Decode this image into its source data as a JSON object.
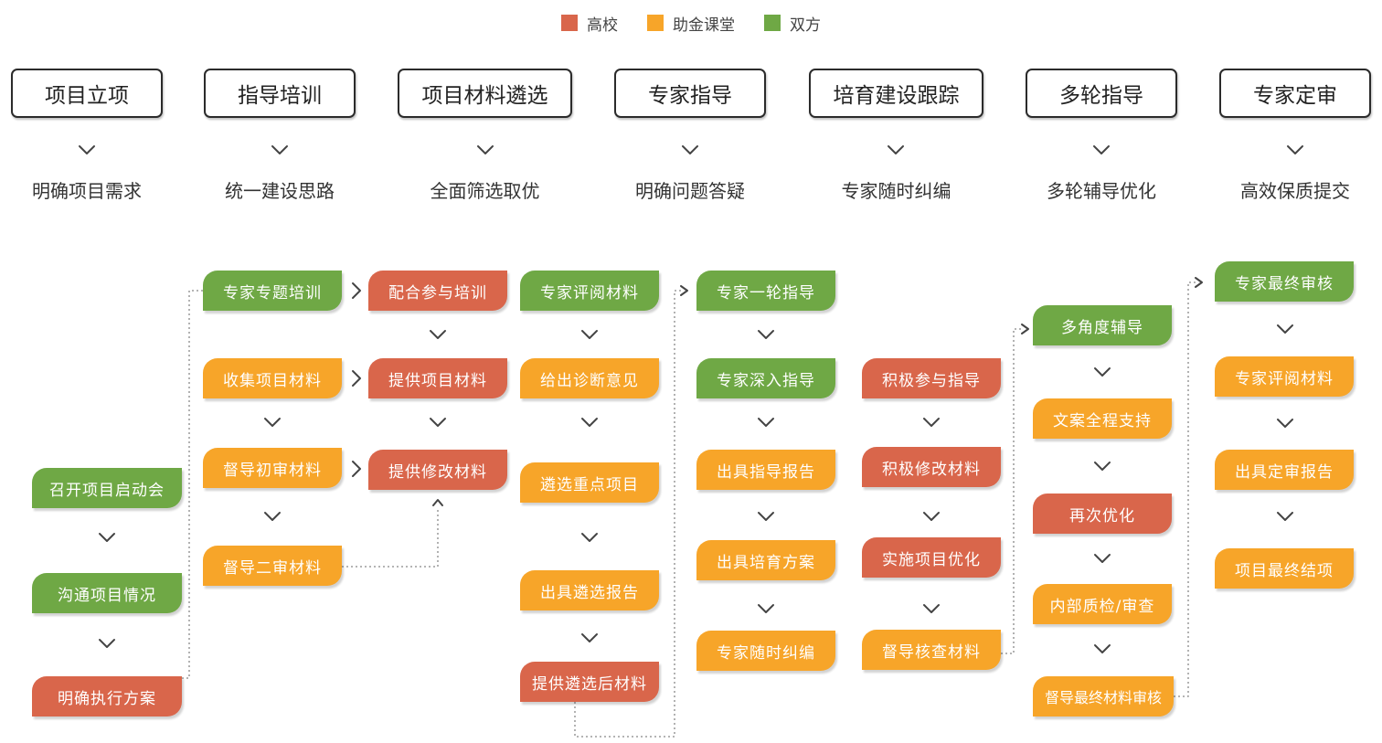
{
  "colors": {
    "school": "#d9664b",
    "zhujin": "#f7a529",
    "both": "#6fa845"
  },
  "legend": [
    {
      "label": "高校",
      "color": "#d9664b"
    },
    {
      "label": "助金课堂",
      "color": "#f7a529"
    },
    {
      "label": "双方",
      "color": "#6fa845"
    }
  ],
  "stages": [
    {
      "title": "项目立项",
      "subtitle": "明确项目需求"
    },
    {
      "title": "指导培训",
      "subtitle": "统一建设思路"
    },
    {
      "title": "项目材料遴选",
      "subtitle": "全面筛选取优"
    },
    {
      "title": "专家指导",
      "subtitle": "明确问题答疑"
    },
    {
      "title": "培育建设跟踪",
      "subtitle": "专家随时纠编"
    },
    {
      "title": "多轮指导",
      "subtitle": "多轮辅导优化"
    },
    {
      "title": "专家定审",
      "subtitle": "高效保质提交"
    }
  ],
  "steps": {
    "c0": [
      {
        "label": "召开项目启动会",
        "party": "both"
      },
      {
        "label": "沟通项目情况",
        "party": "both"
      },
      {
        "label": "明确执行方案",
        "party": "school"
      }
    ],
    "c1": [
      {
        "label": "专家专题培训",
        "party": "both"
      },
      {
        "label": "收集项目材料",
        "party": "zhujin"
      },
      {
        "label": "督导初审材料",
        "party": "zhujin"
      },
      {
        "label": "督导二审材料",
        "party": "zhujin"
      }
    ],
    "c2": [
      {
        "label": "配合参与培训",
        "party": "school"
      },
      {
        "label": "提供项目材料",
        "party": "school"
      },
      {
        "label": "提供修改材料",
        "party": "school"
      }
    ],
    "c3": [
      {
        "label": "专家评阅材料",
        "party": "both"
      },
      {
        "label": "给出诊断意见",
        "party": "zhujin"
      },
      {
        "label": "遴选重点项目",
        "party": "zhujin"
      },
      {
        "label": "出具遴选报告",
        "party": "zhujin"
      },
      {
        "label": "提供遴选后材料",
        "party": "school"
      }
    ],
    "c4": [
      {
        "label": "专家一轮指导",
        "party": "both"
      },
      {
        "label": "专家深入指导",
        "party": "both"
      },
      {
        "label": "出具指导报告",
        "party": "zhujin"
      },
      {
        "label": "出具培育方案",
        "party": "zhujin"
      },
      {
        "label": "专家随时纠编",
        "party": "zhujin"
      }
    ],
    "c5": [
      {
        "label": "积极参与指导",
        "party": "school"
      },
      {
        "label": "积极修改材料",
        "party": "school"
      },
      {
        "label": "实施项目优化",
        "party": "school"
      },
      {
        "label": "督导核查材料",
        "party": "zhujin"
      }
    ],
    "c6": [
      {
        "label": "多角度辅导",
        "party": "both"
      },
      {
        "label": "文案全程支持",
        "party": "zhujin"
      },
      {
        "label": "再次优化",
        "party": "school"
      },
      {
        "label": "内部质检/审查",
        "party": "zhujin"
      },
      {
        "label": "督导最终材料审核",
        "party": "zhujin"
      }
    ],
    "c7": [
      {
        "label": "专家最终审核",
        "party": "both"
      },
      {
        "label": "专家评阅材料",
        "party": "zhujin"
      },
      {
        "label": "出具定审报告",
        "party": "zhujin"
      },
      {
        "label": "项目最终结项",
        "party": "zhujin"
      }
    ]
  }
}
